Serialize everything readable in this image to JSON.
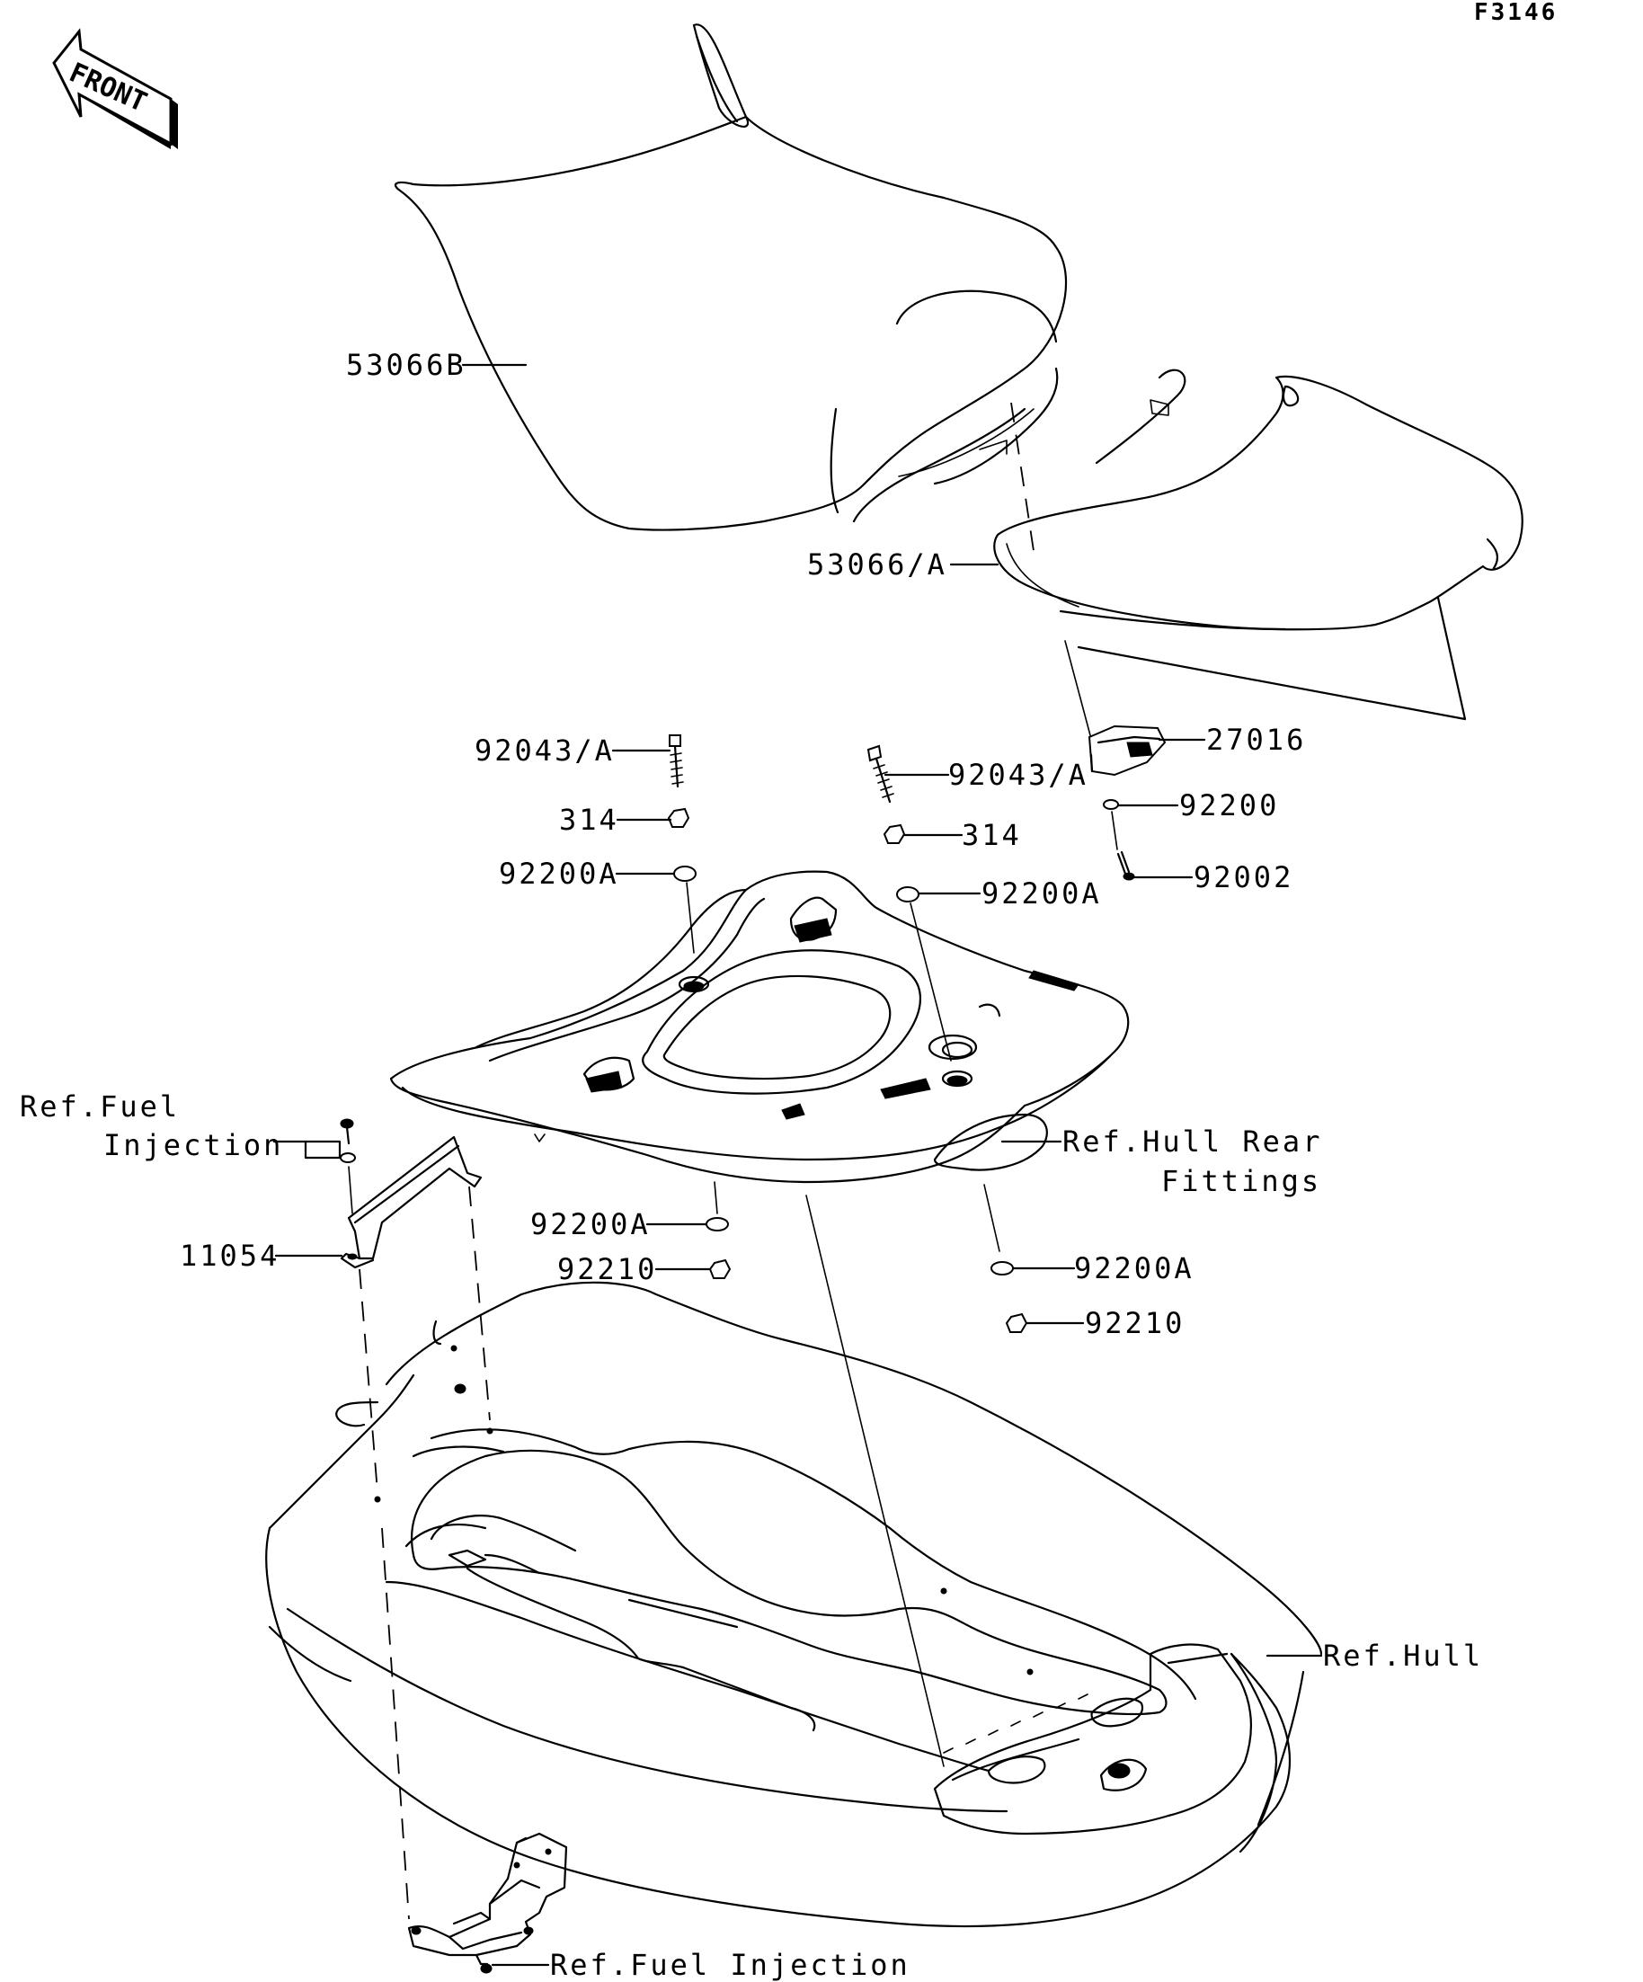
{
  "sheet_code": "F3146",
  "front_arrow": "FRONT",
  "labels": {
    "seat_front": "53066B",
    "seat_rear": "53066/A",
    "latch": "27016",
    "bolt_left": "92043/A",
    "bolt_right": "92043/A",
    "nut_left": "314",
    "nut_right": "314",
    "washer_latch": "92200",
    "washer_upper_left": "92200A",
    "washer_upper_right": "92200A",
    "screw_latch": "92002",
    "ref_fuel_top_1": "Ref.Fuel",
    "ref_fuel_top_2": "Injection",
    "bracket": "11054",
    "ref_hull_rear_1": "Ref.Hull Rear",
    "ref_hull_rear_2": "Fittings",
    "washer_lower_left": "92200A",
    "nut_lower_left": "92210",
    "washer_lower_right": "92200A",
    "nut_lower_right": "92210",
    "ref_hull": "Ref.Hull",
    "ref_fuel_bottom": "Ref.Fuel Injection"
  }
}
